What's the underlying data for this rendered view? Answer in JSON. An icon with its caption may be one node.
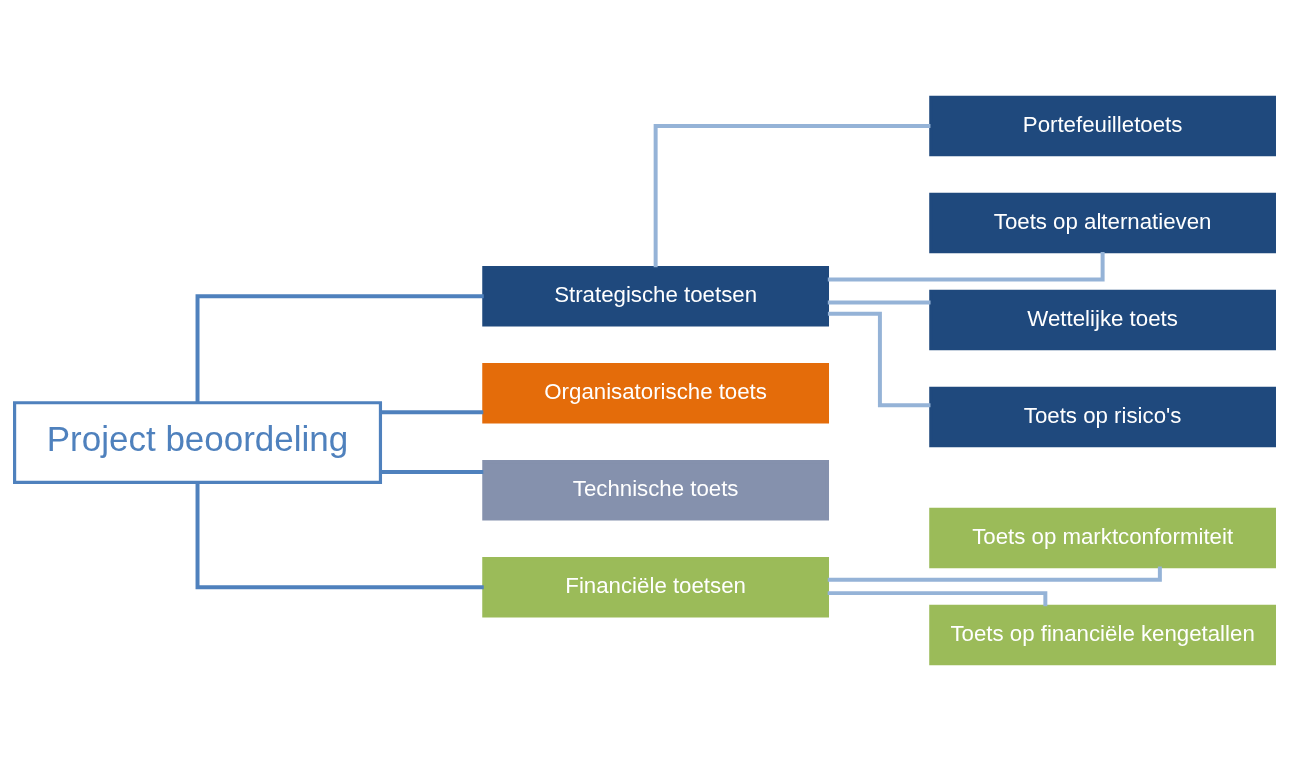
{
  "diagram": {
    "nodes": [
      {
        "text": [
          "Project beoordeling"
        ]
      },
      {
        "text": [
          "Strategische toetsen"
        ]
      },
      {
        "text": [
          "Organisatorische toets"
        ]
      },
      {
        "text": [
          "Technische toets"
        ]
      },
      {
        "text": [
          "Financiële toetsen"
        ]
      },
      {
        "text": [
          "Portefeuilletoets"
        ]
      },
      {
        "text": [
          "Toets op alternatieven"
        ]
      },
      {
        "text": [
          "Wettelijke toets"
        ]
      },
      {
        "text": [
          "Toets op risico's"
        ]
      },
      {
        "text": [
          "Toets op marktconformiteit"
        ]
      },
      {
        "text": [
          "Toets op financiële kengetallen"
        ]
      }
    ],
    "edges": [
      {
        "from": 0,
        "to": 1,
        "arrow": "none",
        "color": "#4f81bd"
      },
      {
        "from": 0,
        "to": 2,
        "arrow": "none",
        "color": "#4f81bd"
      },
      {
        "from": 0,
        "to": 3,
        "arrow": "none",
        "color": "#4f81bd"
      },
      {
        "from": 0,
        "to": 4,
        "arrow": "none",
        "color": "#4f81bd"
      },
      {
        "from": 1,
        "to": 5,
        "arrow": "none"
      },
      {
        "from": 1,
        "to": 6,
        "arrow": "none"
      },
      {
        "from": 1,
        "to": 7,
        "arrow": "none"
      },
      {
        "from": 1,
        "to": 8,
        "arrow": "none"
      },
      {
        "from": 4,
        "to": 9,
        "arrow": "none"
      },
      {
        "from": 4,
        "to": 10,
        "arrow": "none"
      }
    ]
  }
}
